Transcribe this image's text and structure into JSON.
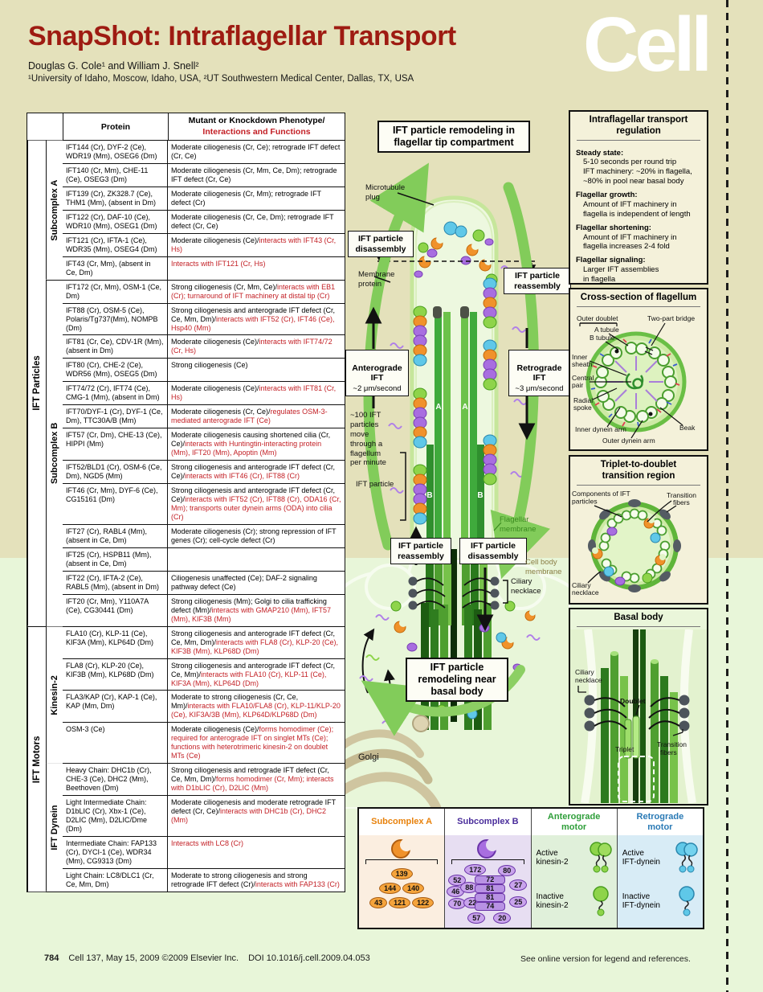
{
  "header": {
    "title": "SnapShot: Intraflagellar Transport",
    "authors": "Douglas G. Cole¹ and William J. Snell²",
    "affiliations": "¹University of Idaho, Moscow, Idaho, USA, ²UT Southwestern Medical Center, Dallas, TX, USA",
    "logo": "Cell"
  },
  "table": {
    "header": {
      "protein": "Protein",
      "phenotype_black": "Mutant or Knockdown Phenotype/",
      "phenotype_red": "Interactions and Functions"
    },
    "groups": [
      {
        "label": "IFT Particles",
        "subgroups": [
          {
            "label": "Subcomplex A",
            "variant": "a",
            "rows": [
              {
                "protein": "IFT144 (Cr), DYF-2 (Ce), WDR19 (Mm), OSEG6 (Dm)",
                "black": "Moderate ciliogenesis (Cr, Ce); retrograde IFT defect (Cr, Ce)",
                "red": ""
              },
              {
                "protein": "IFT140 (Cr, Mm), CHE-11 (Ce), OSEG3 (Dm)",
                "black": "Moderate ciliogenesis (Cr, Mm, Ce, Dm); retrograde IFT defect (Cr, Ce)",
                "red": ""
              },
              {
                "protein": "IFT139 (Cr), ZK328.7 (Ce), THM1 (Mm), (absent in Dm)",
                "black": "Moderate ciliogenesis (Cr, Mm); retrograde IFT defect (Cr)",
                "red": ""
              },
              {
                "protein": "IFT122 (Cr), DAF-10 (Ce), WDR10 (Mm), OSEG1 (Dm)",
                "black": "Moderate ciliogenesis (Cr, Ce, Dm); retrograde IFT defect (Cr, Ce)",
                "red": ""
              },
              {
                "protein": "IFT121 (Cr), IFTA-1 (Ce), WDR35 (Mm), OSEG4 (Dm)",
                "black": "Moderate ciliogenesis (Ce)/",
                "red": "interacts with IFT43 (Cr, Hs)"
              },
              {
                "protein": "IFT43 (Cr, Mm), (absent in Ce, Dm)",
                "black": "",
                "red": "Interacts with IFT121 (Cr, Hs)"
              }
            ]
          },
          {
            "label": "Subcomplex B",
            "variant": "b",
            "rows": [
              {
                "protein": "IFT172 (Cr, Mm), OSM-1 (Ce, Dm)",
                "black": "Strong ciliogenesis (Cr, Mm, Ce)/",
                "red": "interacts with EB1 (Cr); turnaround of IFT machinery at distal tip (Cr)"
              },
              {
                "protein": "IFT88 (Cr), OSM-5 (Ce), Polaris/Tg737(Mm), NOMPB (Dm)",
                "black": "Strong ciliogenesis and anterograde IFT defect (Cr, Ce, Mm, Dm)/",
                "red": "interacts with IFT52 (Cr), IFT46 (Ce), Hsp40 (Mm)"
              },
              {
                "protein": "IFT81 (Cr, Ce), CDV-1R (Mm), (absent in Dm)",
                "black": "Moderate ciliogenesis (Ce)/",
                "red": "interacts with IFT74/72 (Cr, Hs)"
              },
              {
                "protein": "IFT80 (Cr), CHE-2 (Ce), WDR56 (Mm), OSEG5 (Dm)",
                "black": "Strong ciliogenesis (Ce)",
                "red": ""
              },
              {
                "protein": "IFT74/72 (Cr), IFT74 (Ce), CMG-1 (Mm), (absent in Dm)",
                "black": "Moderate ciliogenesis (Ce)/",
                "red": "interacts with IFT81 (Cr, Hs)"
              },
              {
                "protein": "IFT70/DYF-1 (Cr), DYF-1 (Ce, Dm), TTC30A/B (Mm)",
                "black": "Moderate ciliogenesis (Cr, Ce)/",
                "red": "regulates OSM-3-mediated anterograde IFT (Ce)"
              },
              {
                "protein": "IFT57 (Cr, Dm), CHE-13 (Ce), HIPPI (Mm)",
                "black": "Moderate ciliogenesis causing shortened cilia (Cr, Ce)/",
                "red": "interacts with Huntingtin-interacting protein (Mm), IFT20 (Mm), Apoptin (Mm)"
              },
              {
                "protein": "IFT52/BLD1 (Cr), OSM-6 (Ce, Dm), NGD5 (Mm)",
                "black": "Strong ciliogenesis and anterograde IFT defect (Cr, Ce)/",
                "red": "interacts with IFT46 (Cr), IFT88 (Cr)"
              },
              {
                "protein": "IFT46 (Cr, Mm), DYF-6 (Ce), CG15161 (Dm)",
                "black": "Strong ciliogenesis and anterograde IFT defect (Cr, Ce)/",
                "red": "interacts with IFT52 (Cr), IFT88 (Cr), ODA16 (Cr, Mm); transports outer dynein arms (ODA) into cilia (Cr)"
              },
              {
                "protein": "IFT27 (Cr), RABL4 (Mm), (absent in Ce, Dm)",
                "black": "Moderate ciliogenesis (Cr); strong repression of IFT genes (Cr); cell-cycle defect (Cr)",
                "red": ""
              },
              {
                "protein": "IFT25 (Cr), HSPB11 (Mm), (absent in Ce, Dm)",
                "black": "",
                "red": ""
              },
              {
                "protein": "IFT22 (Cr), IFTA-2 (Ce), RABL5 (Mm), (absent in Dm)",
                "black": "Ciliogenesis unaffected (Ce); DAF-2 signaling pathway defect (Ce)",
                "red": ""
              },
              {
                "protein": "IFT20 (Cr, Mm), Y110A7A (Ce), CG30441 (Dm)",
                "black": "Strong ciliogenesis (Mm); Golgi to cilia trafficking defect (Mm)/",
                "red": "interacts with GMAP210 (Mm), IFT57 (Mm), KIF3B (Mm)"
              }
            ]
          }
        ]
      },
      {
        "label": "IFT Motors",
        "subgroups": [
          {
            "label": "Kinesin-2",
            "variant": "k",
            "rows": [
              {
                "protein": "FLA10 (Cr), KLP-11 (Ce), KIF3A (Mm), KLP64D (Dm)",
                "black": "Strong ciliogenesis and anterograde IFT defect (Cr, Ce, Mm, Dm)/",
                "red": "interacts with FLA8 (Cr), KLP-20 (Ce), KIF3B (Mm), KLP68D (Dm)"
              },
              {
                "protein": "FLA8 (Cr), KLP-20 (Ce), KIF3B (Mm), KLP68D (Dm)",
                "black": "Strong ciliogenesis and anterograde IFT defect (Cr, Ce, Mm)/",
                "red": "interacts with FLA10 (Cr), KLP-11 (Ce), KIF3A (Mm), KLP64D (Dm)"
              },
              {
                "protein": "FLA3/KAP (Cr), KAP-1 (Ce), KAP (Mm, Dm)",
                "black": "Moderate to strong ciliogenesis (Cr, Ce, Mm)/",
                "red": "interacts with FLA10/FLA8 (Cr), KLP-11/KLP-20 (Ce), KIF3A/3B (Mm), KLP64D/KLP68D (Dm)"
              },
              {
                "protein": "OSM-3 (Ce)",
                "black": "Moderate ciliogenesis (Ce)/",
                "red": "forms homodimer (Ce); required for anterograde IFT on singlet MTs (Ce); functions with heterotrimeric kinesin-2 on doublet MTs (Ce)"
              }
            ]
          },
          {
            "label": "IFT Dynein",
            "variant": "d",
            "rows": [
              {
                "protein": "Heavy Chain: DHC1b (Cr), CHE-3 (Ce), DHC2 (Mm), Beethoven (Dm)",
                "black": "Strong ciliogenesis and retrograde IFT defect (Cr, Ce, Mm, Dm)/",
                "red": "forms homodimer (Cr, Mm); interacts with D1bLIC (Cr), D2LIC (Mm)"
              },
              {
                "protein": "Light Intermediate Chain: D1bLIC (Cr), Xbx-1 (Ce), D2LIC (Mm), D2LIC/Dme (Dm)",
                "black": "Moderate ciliogenesis and moderate retrograde IFT defect (Cr, Ce)/",
                "red": "interacts with DHC1b (Cr), DHC2 (Mm)"
              },
              {
                "protein": "Intermediate Chain: FAP133 (Cr), DYCI-1 (Ce), WDR34 (Mm), CG9313 (Dm)",
                "black": "",
                "red": "Interacts with LC8 (Cr)"
              },
              {
                "protein": "Light Chain: LC8/DLC1 (Cr, Ce, Mm, Dm)",
                "black": "Moderate to strong ciliogenesis and strong retrograde IFT defect (Cr)/",
                "red": "interacts with FAP133 (Cr)"
              }
            ]
          }
        ]
      }
    ]
  },
  "diagram": {
    "tip_box": "IFT particle remodeling in\nflagellar tip compartment",
    "microtubule_plug": "Microtubule\nplug",
    "disassembly_top": "IFT particle\ndisassembly",
    "reassembly_top": "IFT particle\nreassembly",
    "membrane_protein": "Membrane\nprotein",
    "anterograde": "Anterograde\nIFT",
    "anterograde_speed": "~2 μm/second",
    "retrograde": "Retrograde\nIFT",
    "retrograde_speed": "~3 μm/second",
    "particles_note": "~100 IFT\nparticles\nmove\nthrough a\nflagellum\nper minute",
    "ift_particle": "IFT particle",
    "flagellar_membrane": "Flagellar\nmembrane",
    "reassembly_bottom": "IFT particle\nreassembly",
    "disassembly_bottom": "IFT particle\ndisassembly",
    "cell_body_membrane": "Cell body\nmembrane",
    "ciliary_necklace": "Ciliary\nnecklace",
    "remodeling_box": "IFT particle\nremodeling near\nbasal body",
    "golgi": "Golgi",
    "tubule_a": "A",
    "tubule_b": "B"
  },
  "panels": {
    "regulation": {
      "title": "Intraflagellar transport\nregulation",
      "sections": [
        {
          "head": "Steady state:",
          "body": "5-10 seconds per round trip\nIFT machinery: ~20% in flagella,\n~80% in pool near basal body"
        },
        {
          "head": "Flagellar growth:",
          "body": "Amount of IFT machinery in\nflagella is independent of length"
        },
        {
          "head": "Flagellar shortening:",
          "body": "Amount of IFT machinery in\nflagella increases 2-4 fold"
        },
        {
          "head": "Flagellar signaling:",
          "body": "Larger IFT assemblies\nin flagella"
        }
      ]
    },
    "cross": {
      "title": "Cross-section of flagellum",
      "labels": {
        "outer_doublet": "Outer doublet",
        "a_tubule": "A tubule",
        "b_tubule": "B tubule",
        "bridge": "Two-part bridge",
        "inner_sheath": [
          "Inner",
          "sheath"
        ],
        "central_pair": [
          "Central",
          "pair"
        ],
        "radial_spoke": [
          "Radial",
          "spoke"
        ],
        "inner_arm": "Inner dynein arm",
        "outer_arm": "Outer dynein arm",
        "beak": "Beak"
      }
    },
    "transition": {
      "title": "Triplet-to-doublet\ntransition region",
      "labels": {
        "components": [
          "Components of IFT",
          "particles"
        ],
        "fibers": [
          "Transition",
          "fibers"
        ],
        "necklace": [
          "Ciliary",
          "necklace"
        ]
      }
    },
    "basal": {
      "title": "Basal body",
      "labels": {
        "necklace": [
          "Ciliary",
          "necklace"
        ],
        "doublet": "Doublet",
        "triplet": "Triplet",
        "fibers": [
          "Transition",
          "fibers"
        ]
      }
    }
  },
  "legend": {
    "a": {
      "title": "Subcomplex A",
      "ovals_row1": [
        "139"
      ],
      "ovals_row2": [
        "144",
        "140"
      ],
      "ovals_row3": [
        "43",
        "121",
        "122"
      ]
    },
    "b": {
      "title": "Subcomplex B",
      "items": [
        "172",
        "80",
        "52",
        "46",
        "88",
        "72",
        "27",
        "81",
        "70",
        "22",
        "81",
        "25",
        "74",
        "57",
        "20"
      ]
    },
    "anterograde": {
      "title": "Anterograde\nmotor",
      "active": "Active\nkinesin-2",
      "inactive": "Inactive\nkinesin-2"
    },
    "retrograde": {
      "title": "Retrograde\nmotor",
      "active": "Active\nIFT-dynein",
      "inactive": "Inactive\nIFT-dynein"
    }
  },
  "footer": {
    "page": "784",
    "citation": "Cell 137, May 15, 2009 ©2009 Elsevier Inc.",
    "doi": "DOI 10.1016/j.cell.2009.04.053",
    "note": "See online version for legend and references."
  },
  "colors": {
    "page_bg": "#e4e1bb",
    "cell_bg": "#e8f6d9",
    "title_red": "#9e1b12",
    "accent_red": "#c32026",
    "subcomplex_a": "#e8820c",
    "subcomplex_b": "#4a2d9b",
    "kinesin_green": "#2e9e39",
    "dynein_blue": "#1f5fa8",
    "row_a_bg": "#fbeadb",
    "row_b_bg": "#eae5f4",
    "row_k_bg": "#e7f0db",
    "row_d_bg": "#dde9f3",
    "particle_orange": "#f0922b",
    "particle_purple": "#a86ee0",
    "particle_green": "#8ed44a",
    "particle_cyan": "#5fc8e8"
  }
}
